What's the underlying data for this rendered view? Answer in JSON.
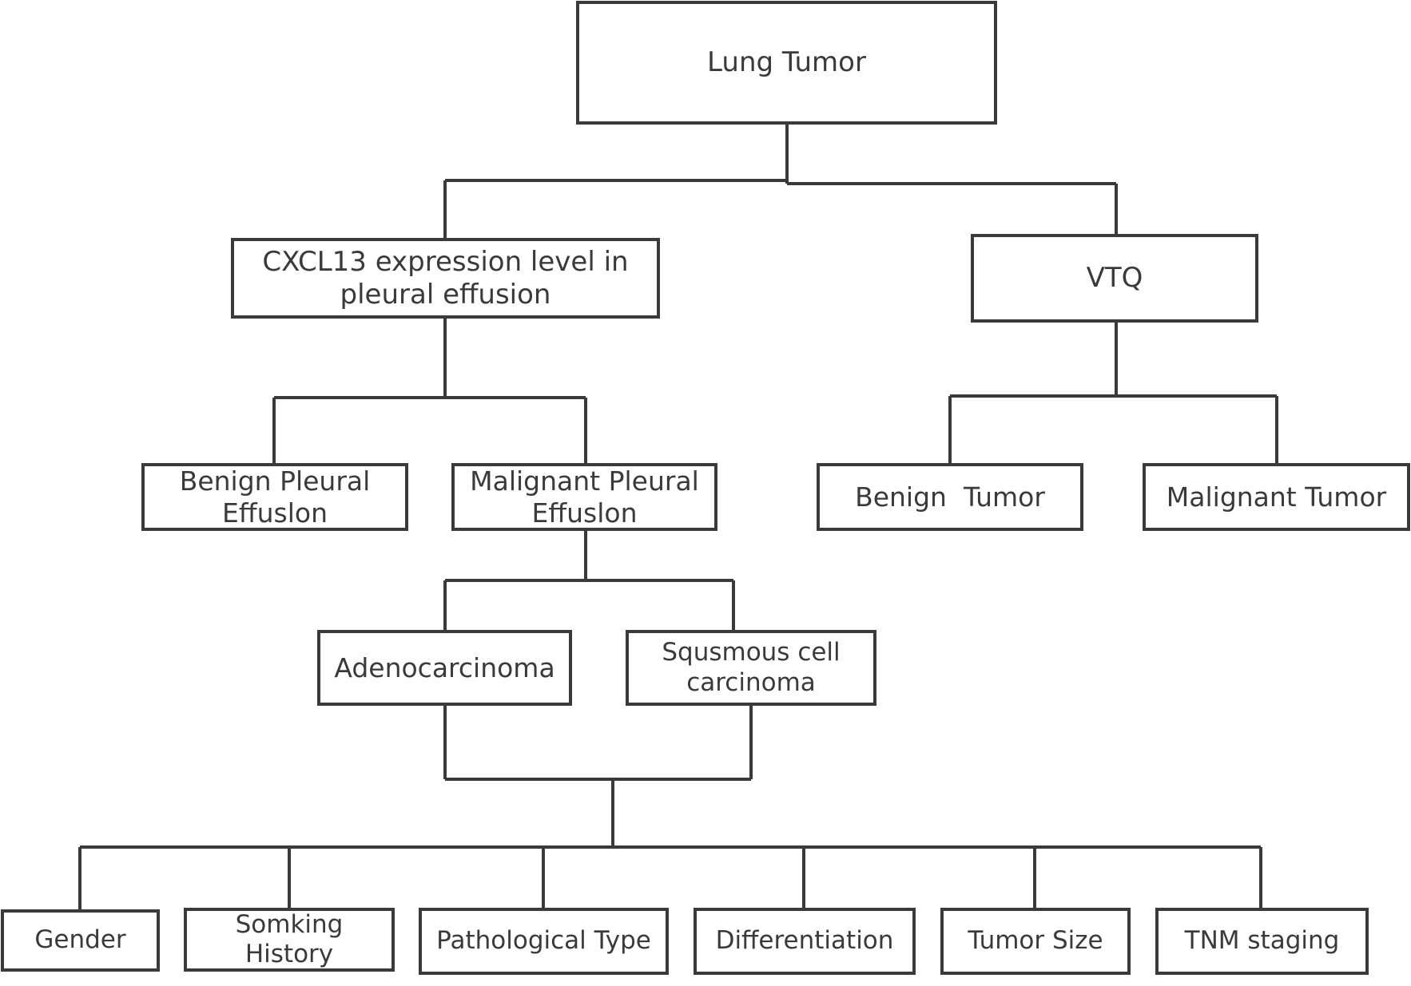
{
  "root": {
    "label": "Lung Tumor"
  },
  "branch_left": {
    "label": [
      "CXCL13 expression level in",
      "pleural effusion"
    ],
    "children": [
      {
        "label": [
          "Benign Pleural",
          "Effuslon"
        ]
      },
      {
        "label": [
          "Malignant Pleural",
          "Effuslon"
        ]
      }
    ]
  },
  "branch_right": {
    "label": "VTQ",
    "children": [
      {
        "label": "Benign  Tumor"
      },
      {
        "label": "Malignant Tumor"
      }
    ]
  },
  "pathology": [
    {
      "label": "Adenocarcinoma"
    },
    {
      "label": [
        "Squsmous cell",
        "carcinoma"
      ]
    }
  ],
  "factors": [
    {
      "label": "Gender"
    },
    {
      "label": [
        "Somking",
        "History"
      ]
    },
    {
      "label": "Pathological Type"
    },
    {
      "label": "Differentiation"
    },
    {
      "label": "Tumor Size"
    },
    {
      "label": "TNM staging"
    }
  ]
}
